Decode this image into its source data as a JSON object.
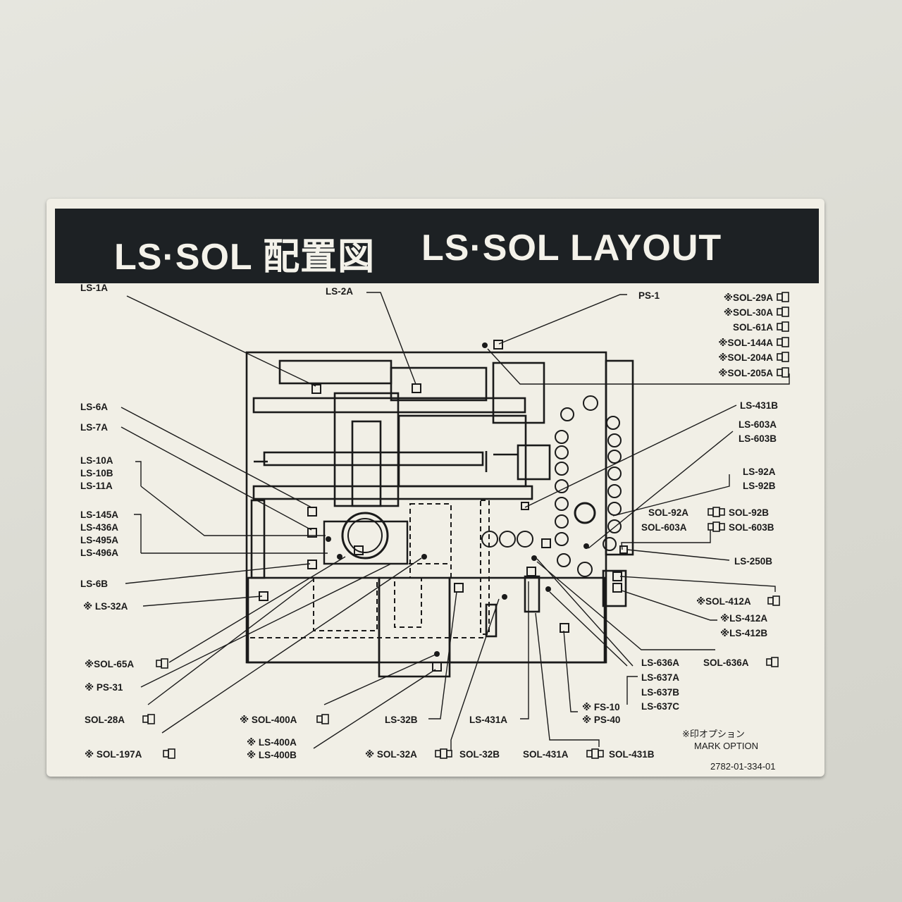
{
  "title": {
    "jp": "LS·SOL 配置図",
    "en": "LS·SOL LAYOUT"
  },
  "labels": {
    "ls1a": "LS-1A",
    "ls2a": "LS-2A",
    "ps1": "PS-1",
    "sol29a": "※SOL-29A",
    "sol30a": "※SOL-30A",
    "sol61a": "SOL-61A",
    "sol144a": "※SOL-144A",
    "sol204a": "※SOL-204A",
    "sol205a": "※SOL-205A",
    "ls6a": "LS-6A",
    "ls7a": "LS-7A",
    "ls10a": "LS-10A",
    "ls10b": "LS-10B",
    "ls11a": "LS-11A",
    "ls145a": "LS-145A",
    "ls436a": "LS-436A",
    "ls495a": "LS-495A",
    "ls496a": "LS-496A",
    "ls6b": "LS-6B",
    "ls32a": "※ LS-32A",
    "sol65a": "※SOL-65A",
    "ps31": "※ PS-31",
    "sol28a": "SOL-28A",
    "sol197a": "※ SOL-197A",
    "sol400a": "※ SOL-400A",
    "ls400a": "※ LS-400A",
    "ls400b": "※ LS-400B",
    "ls32b": "LS-32B",
    "sol32a": "※ SOL-32A",
    "sol32b": "SOL-32B",
    "ls431a": "LS-431A",
    "sol431a": "SOL-431A",
    "sol431b": "SOL-431B",
    "fs10": "※ FS-10",
    "ps40": "※ PS-40",
    "ls636a": "LS-636A",
    "ls637a": "LS-637A",
    "ls637b": "LS-637B",
    "ls637c": "LS-637C",
    "sol636a": "SOL-636A",
    "ls431b": "LS-431B",
    "ls603a": "LS-603A",
    "ls603b": "LS-603B",
    "ls92a": "LS-92A",
    "ls92b": "LS-92B",
    "sol92a": "SOL-92A",
    "sol92b": "SOL-92B",
    "sol603a": "SOL-603A",
    "sol603b": "SOL-603B",
    "ls250b": "LS-250B",
    "sol412a": "※SOL-412A",
    "ls412a": "※LS-412A",
    "ls412b": "※LS-412B"
  },
  "legend": {
    "jp": "※印オプション",
    "en": "MARK OPTION"
  },
  "part_number": "2782-01-334-01"
}
